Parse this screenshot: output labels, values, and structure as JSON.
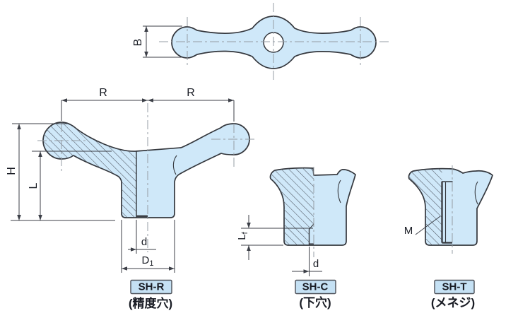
{
  "colors": {
    "background": "#ffffff",
    "body_fill": "#cfe8f9",
    "hole_fill": "#ffffff",
    "outline": "#34373d",
    "hatch": "#4f5560",
    "centerline": "#969ca4",
    "dimension": "#3c3f47",
    "text": "#191c24",
    "label_box_fill": "#c5e1f4",
    "label_box_border": "#4b4e56"
  },
  "top_view": {
    "dim_b": "B"
  },
  "front_view": {
    "dim_r_left": "R",
    "dim_r_right": "R",
    "dim_h": "H",
    "dim_l": "L",
    "dim_d": "d",
    "dim_d1_base": "D",
    "dim_d1_sub": "1"
  },
  "pilot_view": {
    "dim_lf_base": "L",
    "dim_lf_sub": "f",
    "dim_d": "d"
  },
  "thread_view": {
    "dim_m": "M"
  },
  "variants": [
    {
      "code": "SH-R",
      "name": "(精度穴)"
    },
    {
      "code": "SH-C",
      "name": "(下穴)"
    },
    {
      "code": "SH-T",
      "name": "(メネジ)"
    }
  ]
}
